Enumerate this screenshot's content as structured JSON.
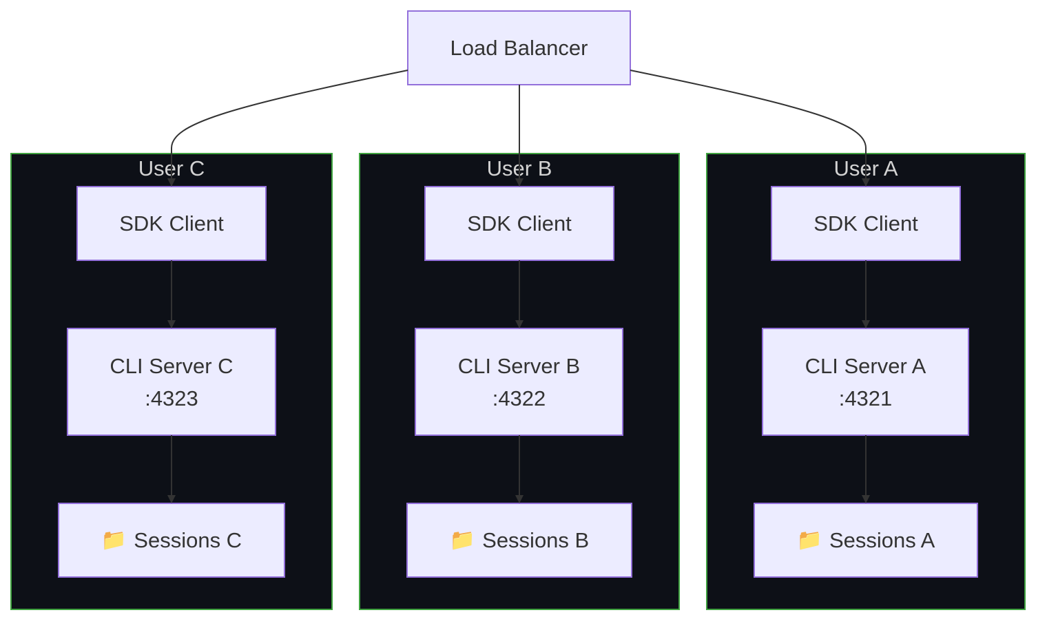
{
  "load_balancer": {
    "label": "Load Balancer"
  },
  "clusters": {
    "c": {
      "title": "User C",
      "sdk": "SDK Client",
      "server_name": "CLI Server C",
      "server_port": ":4323",
      "sessions_icon": "folder-icon",
      "sessions_glyph": "📁",
      "sessions": "Sessions C"
    },
    "b": {
      "title": "User B",
      "sdk": "SDK Client",
      "server_name": "CLI Server B",
      "server_port": ":4322",
      "sessions_icon": "folder-icon",
      "sessions_glyph": "📁",
      "sessions": "Sessions B"
    },
    "a": {
      "title": "User A",
      "sdk": "SDK Client",
      "server_name": "CLI Server A",
      "server_port": ":4321",
      "sessions_icon": "folder-icon",
      "sessions_glyph": "📁",
      "sessions": "Sessions A"
    }
  },
  "colors": {
    "node_fill": "#ececff",
    "node_border": "#9370db",
    "cluster_fill": "#0d1017",
    "cluster_border": "#3fa23f",
    "edge": "#333333"
  }
}
